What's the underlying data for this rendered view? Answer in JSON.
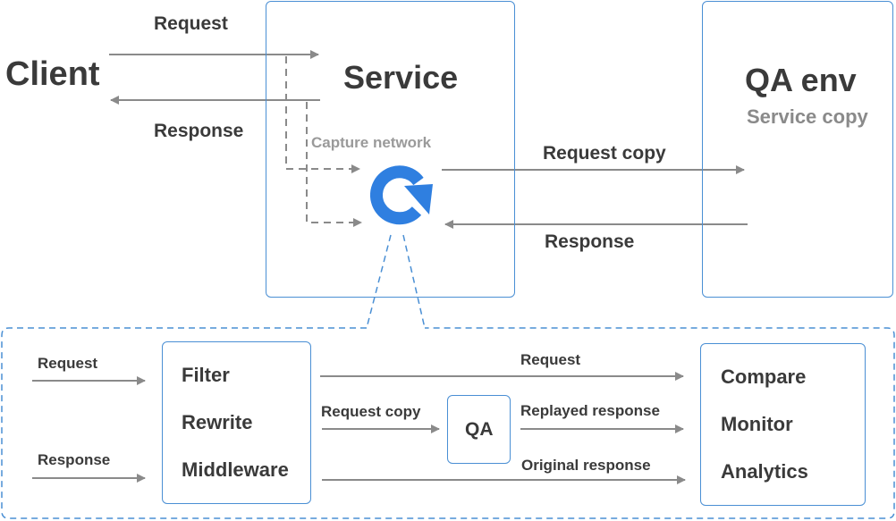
{
  "top": {
    "client_title": "Client",
    "service_title": "Service",
    "qa_env_title": "QA env",
    "qa_env_subtitle": "Service copy",
    "request_label": "Request",
    "response_label": "Response",
    "capture_label": "Capture network",
    "request_copy_label": "Request copy",
    "qa_response_label": "Response"
  },
  "detail": {
    "in_request_label": "Request",
    "in_response_label": "Response",
    "processing": [
      "Filter",
      "Rewrite",
      "Middleware"
    ],
    "request_arrow_label": "Request",
    "request_copy_arrow_label": "Request copy",
    "qa_box_label": "QA",
    "replayed_label": "Replayed response",
    "original_label": "Original response",
    "outputs": [
      "Compare",
      "Monitor",
      "Analytics"
    ]
  },
  "colors": {
    "box_border": "#4a8fd4",
    "arrow": "#8a8a8a",
    "logo_blue": "#2f7fe0",
    "dashed_detail": "#4a8fd4"
  },
  "icons": {
    "logo": "circular-arrow-logo"
  }
}
